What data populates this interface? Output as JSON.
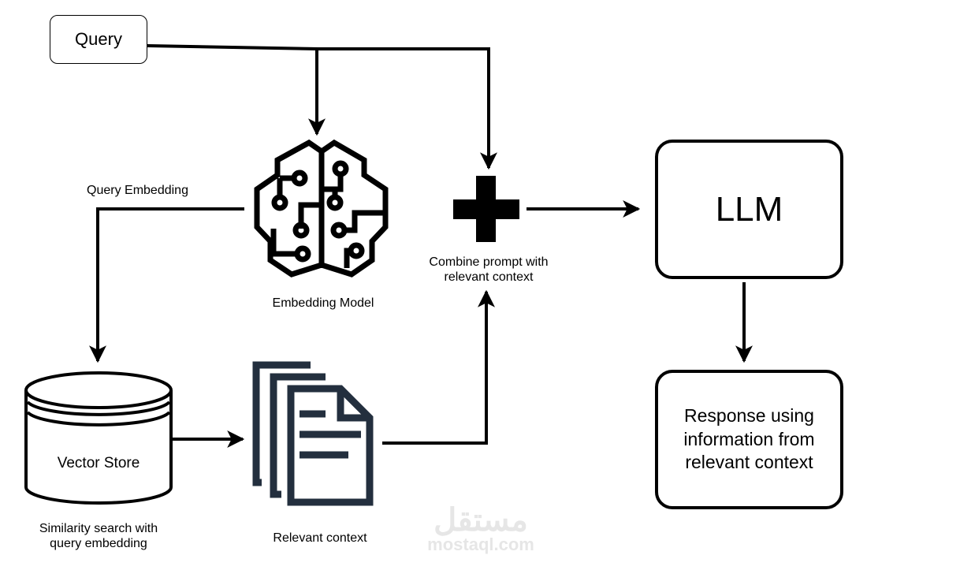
{
  "nodes": {
    "query": "Query",
    "llm": "LLM",
    "response": "Response using information from relevant context"
  },
  "labels": {
    "query_embedding": "Query Embedding",
    "embedding_model": "Embedding Model",
    "combine_line1": "Combine prompt with",
    "combine_line2": "relevant context",
    "vector_store": "Vector Store",
    "similarity_line1": "Similarity search with",
    "similarity_line2": "query embedding",
    "relevant_context": "Relevant context"
  },
  "icons": {
    "embedding_model": "brain-circuit-icon",
    "combine": "plus-icon",
    "vector_store": "database-cylinder-icon",
    "relevant_context": "documents-stack-icon"
  },
  "colors": {
    "stroke": "#000000",
    "document_icon": "#232f3e",
    "watermark": "#e6e6e6"
  },
  "watermark": {
    "arabic": "مستقل",
    "latin": "mostaql.com"
  }
}
